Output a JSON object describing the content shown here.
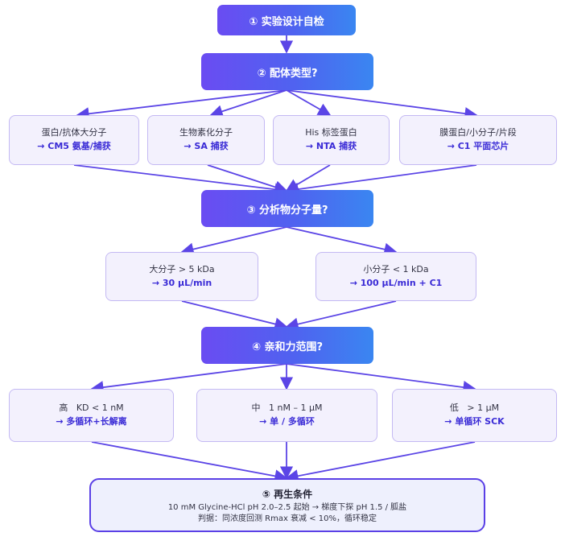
{
  "step1": {
    "label": "① 实验设计自检"
  },
  "step2": {
    "label": "② 配体类型?"
  },
  "ligand_options": [
    {
      "line1": "蛋白/抗体大分子",
      "line2": "→ CM5 氨基/捕获"
    },
    {
      "line1": "生物素化分子",
      "line2": "→ SA 捕获"
    },
    {
      "line1": "His 标签蛋白",
      "line2": "→ NTA 捕获"
    },
    {
      "line1": "膜蛋白/小分子/片段",
      "line2": "→ C1 平面芯片"
    }
  ],
  "step3": {
    "label": "③ 分析物分子量?"
  },
  "mw_options": [
    {
      "line1": "大分子 > 5 kDa",
      "line2": "→ 30 µL/min"
    },
    {
      "line1": "小分子 < 1 kDa",
      "line2": "→ 100 µL/min + C1"
    }
  ],
  "step4": {
    "label": "④ 亲和力范围?"
  },
  "affinity_options": [
    {
      "line1": "高   KD < 1 nM",
      "line2": "→ 多循环+长解离"
    },
    {
      "line1": "中   1 nM – 1 µM",
      "line2": "→ 单 / 多循环"
    },
    {
      "line1": "低   > 1 µM",
      "line2": "→ 单循环 SCK"
    }
  ],
  "step5": {
    "title": "⑤ 再生条件",
    "line1": "10 mM Glycine-HCl pH 2.0–2.5 起始 → 梯度下探 pH 1.5 / 胍盐",
    "line2": "判据：同浓度回测 Rmax 衰减 < 10%，循环稳定"
  },
  "colors": {
    "edge": "#5b45e6",
    "header_start": "#6a4cf2",
    "header_end": "#3a86f1",
    "leaf_bg": "#f3f1fd",
    "leaf_border": "#c4b9f3"
  }
}
